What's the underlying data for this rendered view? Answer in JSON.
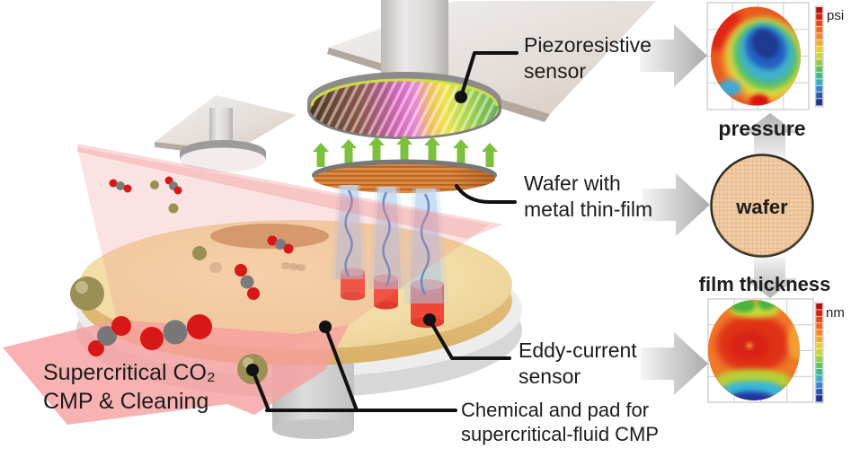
{
  "annotations": {
    "piezoresistive_sensor": "Piezoresistive\nsensor",
    "wafer_with_metal_thin_film": "Wafer with\nmetal thin-film",
    "eddy_current_sensor": "Eddy-current\nsensor",
    "chemical_and_pad": "Chemical and pad for\nsupercritical-fluid CMP",
    "supercritical_co2": "Supercritical CO₂\nCMP & Cleaning"
  },
  "outputs": {
    "pressure": {
      "label": "pressure",
      "unit": "psi"
    },
    "wafer": {
      "label": "wafer"
    },
    "film_thickness": {
      "label": "film thickness",
      "unit": "nm"
    }
  },
  "maps": [
    {
      "name": "pressure map",
      "unit": "psi",
      "type": "heatmap",
      "colormap": "jet (red=high, blue=low)",
      "pattern": "high pressure (red/orange) around rim with a hotspot at bottom; low pressure (dark blue) diagonal band across upper-center"
    },
    {
      "name": "wafer",
      "type": "photo",
      "pattern": "tan wafer with fine die grid"
    },
    {
      "name": "film thickness map",
      "unit": "nm",
      "type": "heatmap",
      "colormap": "jet (red=thick, blue=thin)",
      "pattern": "thick film (red/orange) over center, green patches at top edge, thin film (cyan/blue) band along bottom edge"
    }
  ],
  "icons": {
    "flow_arrow_right": "gray gradient arrow pointing right",
    "flow_arrow_up": "gray gradient arrow pointing up",
    "flow_arrow_down": "gray gradient arrow pointing down",
    "pressure_arrows": "row of 7 green upward arrows",
    "co2_molecule": "red-gray-red sphere triple",
    "abrasive_particle": "olive sphere"
  },
  "colors": {
    "pad_tan": "#f2dca6",
    "wafer_orange": "#dd8844",
    "sensor_red": "#f04838",
    "arrow_green": "#7cc13d",
    "beam_pink": "#f58f8f",
    "colorbar": [
      "#b01010",
      "#d42010",
      "#e84818",
      "#f06820",
      "#f08828",
      "#eeaa30",
      "#e8cc38",
      "#c8d440",
      "#98cc48",
      "#60c060",
      "#40b890",
      "#38acc4",
      "#3884cc",
      "#2c58b4",
      "#243090"
    ]
  }
}
